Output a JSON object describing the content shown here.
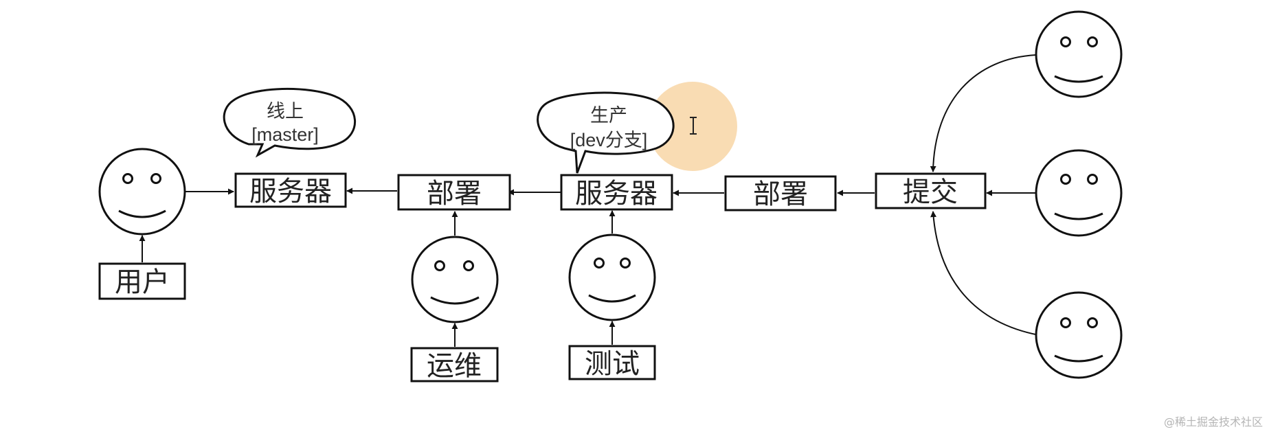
{
  "diagram": {
    "boxes": {
      "user": "用户",
      "server_prod": "服务器",
      "deploy_prod": "部署",
      "server_dev": "服务器",
      "deploy_dev": "部署",
      "commit": "提交",
      "ops": "运维",
      "test": "测试"
    },
    "bubbles": {
      "online": {
        "line1": "线上",
        "line2": "[master]"
      },
      "production": {
        "line1": "生产",
        "line2": "[dev分支]"
      }
    }
  },
  "watermark": "@稀土掘金技术社区",
  "colors": {
    "stroke": "#111111",
    "cursor_highlight": "#f7d3a0"
  }
}
